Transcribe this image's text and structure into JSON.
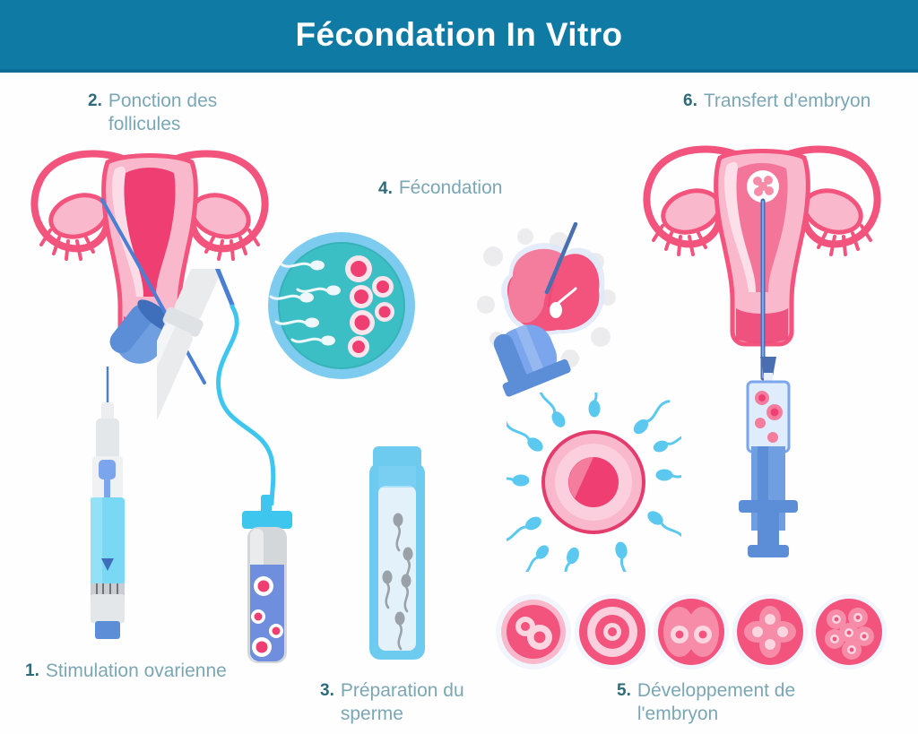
{
  "header": {
    "title": "Fécondation In Vitro",
    "bg_color": "#0f7ba4",
    "text_color": "#ffffff"
  },
  "theme": {
    "number_color": "#2d6b7a",
    "label_color": "#7ba7b5",
    "pink": "#f2547d",
    "pink_light": "#f9b8cb",
    "pink_mid": "#f47d9e",
    "blue": "#5b8ed6",
    "blue_light": "#6bc5ea",
    "cyan": "#3ec6ef",
    "teal_dish": "#3cbfc4",
    "gray": "#dcdee0",
    "background": "#ffffff"
  },
  "steps": [
    {
      "number": "1.",
      "label": "Stimulation ovarienne",
      "line1": "Stimulation",
      "line2": "ovarienne"
    },
    {
      "number": "2.",
      "label": "Ponction des follicules",
      "line1": "Ponction des",
      "line2": "follicules"
    },
    {
      "number": "3.",
      "label": "Préparation du sperme",
      "line1": "Préparation du",
      "line2": "sperme"
    },
    {
      "number": "4.",
      "label": "Fécondation",
      "line1": "Fécondation",
      "line2": ""
    },
    {
      "number": "5.",
      "label": "Développement de l'embryon",
      "line1": "Développement de",
      "line2": "l'embryon"
    },
    {
      "number": "6.",
      "label": "Transfert d'embryon",
      "line1": "Transfert",
      "line2": "d'embryon"
    }
  ],
  "illustrations": {
    "uterus_left": {
      "name": "uterus-with-aspiration-needle",
      "caption_step": "2."
    },
    "injection_pen": {
      "name": "hormone-injection-pen",
      "caption_step": "1."
    },
    "ultrasound_probe": {
      "name": "transvaginal-ultrasound-probe",
      "caption_step": "2."
    },
    "collection_tube": {
      "name": "follicle-fluid-collection-tube",
      "eggs_count": 4
    },
    "petri_dish": {
      "name": "petri-dish-insemination",
      "sperm_count": 5,
      "eggs_count": 6,
      "caption_step": "4."
    },
    "sperm_tube": {
      "name": "sperm-sample-tube",
      "sperm_count": 5,
      "caption_step": "3."
    },
    "icsi": {
      "name": "icsi-microinjection",
      "caption_step": "4."
    },
    "fertilization": {
      "name": "egg-surrounded-by-sperm",
      "sperm_count": 12
    },
    "embryo_stages": {
      "name": "embryo-development-stages",
      "count": 5,
      "stages": [
        "zygote-2-pronuclei",
        "1-cell",
        "2-cell",
        "4-cell",
        "morula-6-cell"
      ]
    },
    "uterus_right": {
      "name": "uterus-with-embryo-transfer-catheter",
      "caption_step": "6."
    },
    "transfer_syringe": {
      "name": "embryo-transfer-syringe",
      "embryos_count": 4
    }
  }
}
